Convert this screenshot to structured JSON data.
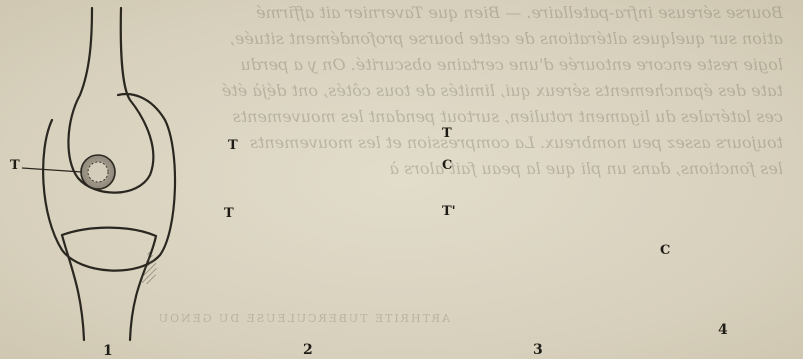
{
  "figure": {
    "panels": [
      {
        "number": "1",
        "labels": [
          "T"
        ]
      },
      {
        "number": "2",
        "labels": [
          "T",
          "T"
        ]
      },
      {
        "number": "3",
        "labels": [
          "T",
          "C",
          "T'"
        ]
      },
      {
        "number": "4",
        "labels": [
          "C"
        ]
      }
    ]
  },
  "bleed_through": {
    "lines": [
      "Bourse séreuse infra-patellaire. — Bien que Tavernier ait affirmé",
      "ation sur quelques altérations de cette bourse profondément située,",
      "logie reste encore entourée d'une certaine obscurité. On y a perdu",
      "tate des épanchements séreux qui, limités de tous côtés, ont déjà été",
      "ces latérales du ligament rotulien, surtout pendant les mouvements",
      "toujours assez peu nombreux. La compression et les mouvements",
      "les fonctions, dans un pli que la peau fait alors à"
    ],
    "caption": "ARTHRITE TUBERCULEUSE DU GENOU"
  },
  "colors": {
    "paper": "#d9d3c1",
    "ink": "#2a2720",
    "shade": "#8f887a"
  }
}
